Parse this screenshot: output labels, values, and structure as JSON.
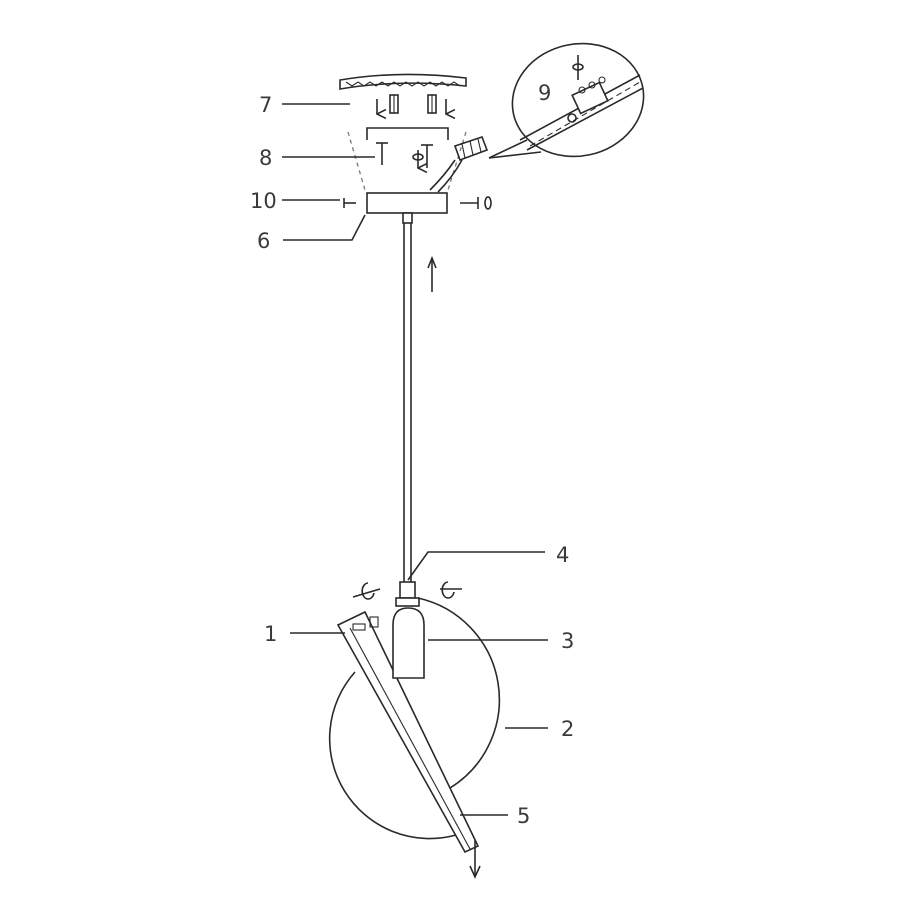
{
  "callouts": [
    {
      "id": "1",
      "text": "1"
    },
    {
      "id": "2",
      "text": "2"
    },
    {
      "id": "3",
      "text": "3"
    },
    {
      "id": "4",
      "text": "4"
    },
    {
      "id": "5",
      "text": "5"
    },
    {
      "id": "6",
      "text": "6"
    },
    {
      "id": "7",
      "text": "7"
    },
    {
      "id": "8",
      "text": "8"
    },
    {
      "id": "9",
      "text": "9"
    },
    {
      "id": "10",
      "text": "10"
    }
  ],
  "colors": {
    "line": "#2a2a2a",
    "text": "#3a3a3a",
    "background": "#ffffff"
  }
}
